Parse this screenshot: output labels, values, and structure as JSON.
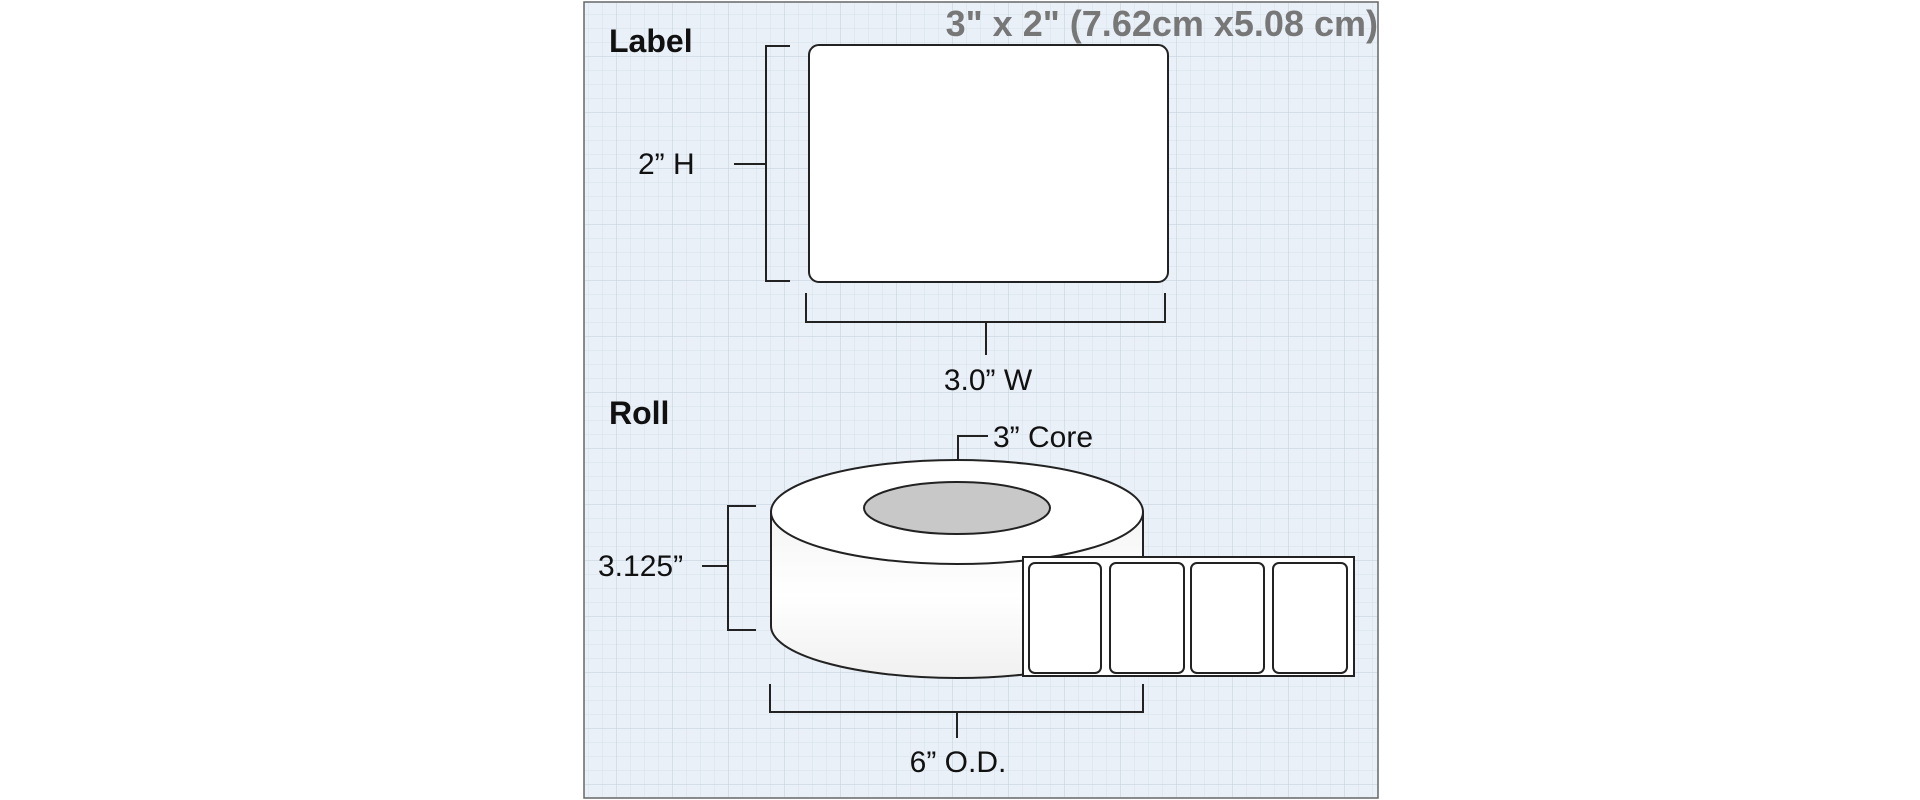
{
  "title": "3\" x 2\" (7.62cm x5.08 cm)",
  "sections": {
    "label": {
      "heading": "Label",
      "height": "2” H",
      "width": "3.0” W"
    },
    "roll": {
      "heading": "Roll",
      "core": "3” Core",
      "roll_width": "3.125”",
      "outer_diameter": "6” O.D."
    }
  },
  "colors": {
    "background": "#e9f0f7",
    "grid": "#ccd6e1",
    "frame": "#666666",
    "title": "#777777",
    "core_fill": "#c8c8c8",
    "label_fill": "#ffffff",
    "line": "#222222"
  }
}
